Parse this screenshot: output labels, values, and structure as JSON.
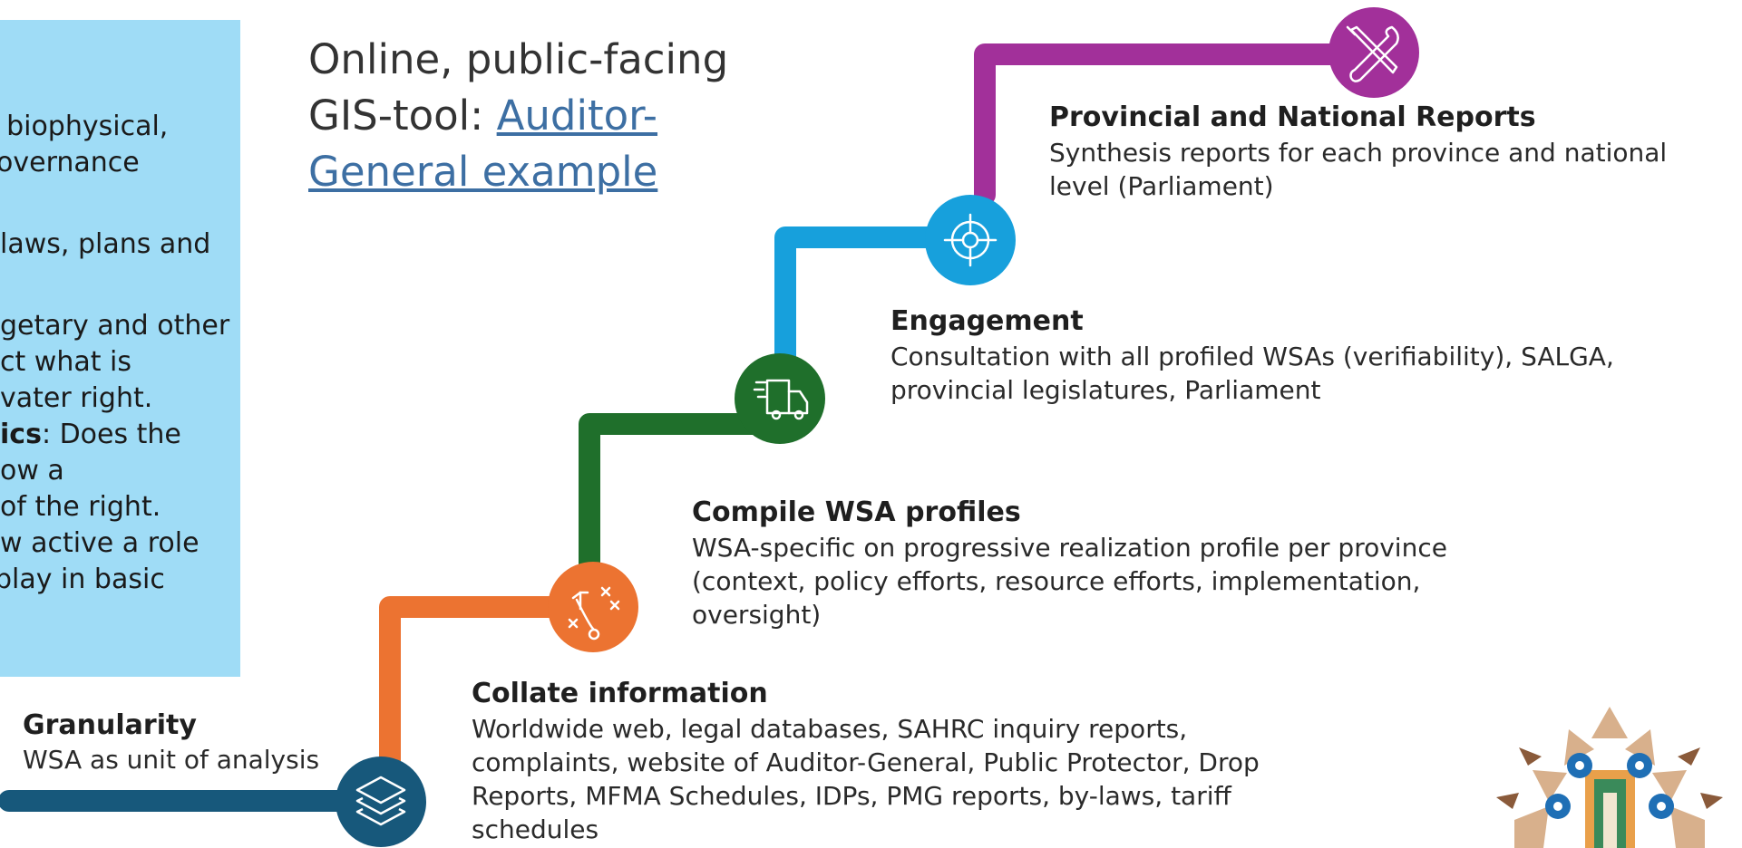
{
  "colors": {
    "panel_bg": "#9fdcf6",
    "navy": "#17587b",
    "orange": "#ec7331",
    "green": "#1f6f2b",
    "blue": "#17a0dc",
    "purple": "#a2309a",
    "link": "#3d6fa3"
  },
  "left_panel": {
    "lines": [
      ", biophysical,",
      "overnance",
      "laws, plans and",
      "getary and other",
      "ct what is",
      "vater right.",
      "ics",
      ": Does the",
      "ow a",
      "of the right.",
      "w active a role",
      " play in basic"
    ]
  },
  "headline": {
    "prefix_line1": "Online, public-facing",
    "prefix_line2": "GIS-tool: ",
    "link_part1": "Auditor-",
    "link_part2": "General example"
  },
  "granularity": {
    "title": "Granularity",
    "desc": "WSA as unit of analysis"
  },
  "steps": [
    {
      "title": "Collate information",
      "desc": "Worldwide web, legal databases, SAHRC inquiry reports, complaints, website of Auditor-General, Public Protector, Drop Reports, MFMA Schedules, IDPs, PMG reports, by-laws, tariff schedules",
      "icon": "layers-icon"
    },
    {
      "title": "Compile WSA profiles",
      "desc": "WSA-specific on progressive realization profile per province (context, policy efforts, resource efforts, implementation, oversight)",
      "icon": "strategy-icon"
    },
    {
      "title": "Engagement",
      "desc": "Consultation with all profiled WSAs (verifiability), SALGA, provincial legislatures, Parliament",
      "icon": "truck-icon"
    },
    {
      "title": "Provincial and National Reports",
      "desc": "Synthesis reports for each province and national level (Parliament)",
      "icon": "target-icon"
    }
  ],
  "top_icon": "tools-icon",
  "logo_icon": "water-rights-logo-icon"
}
